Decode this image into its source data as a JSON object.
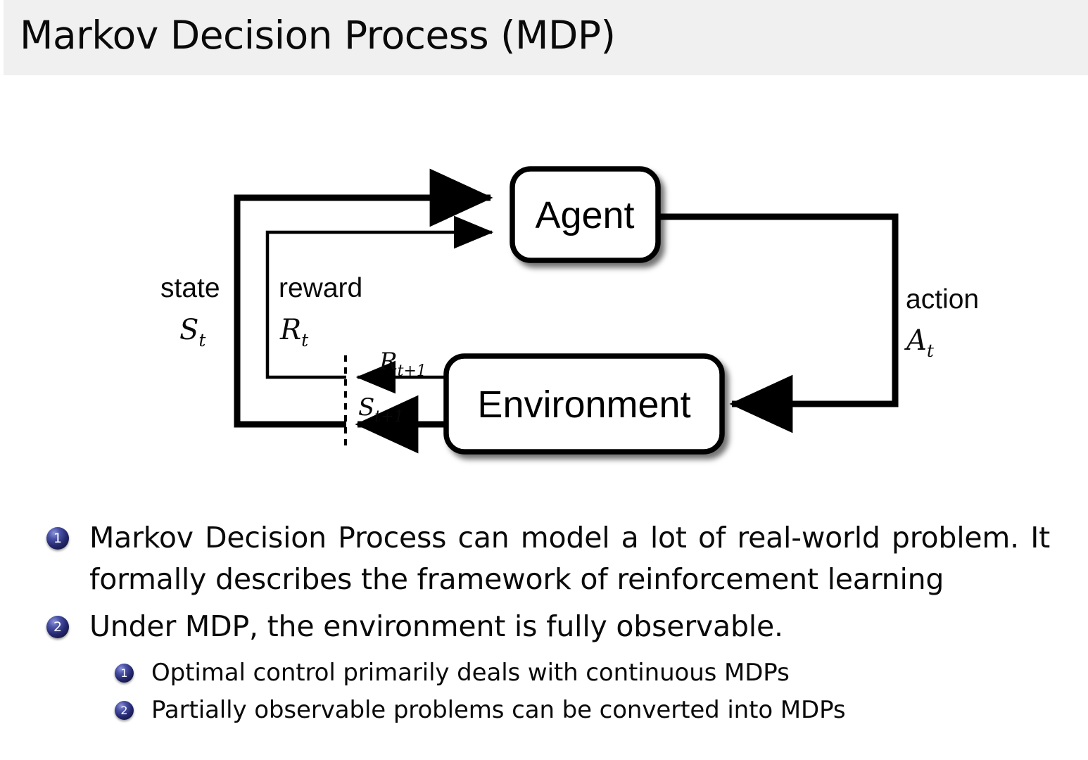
{
  "header": {
    "title": "Markov Decision Process (MDP)",
    "band_color": "#f0f0f0"
  },
  "diagram": {
    "name": "agent-environment-interaction-loop",
    "nodes": {
      "agent": "Agent",
      "environment": "Environment"
    },
    "edge_labels": {
      "state_word": "state",
      "state_symbol": "S",
      "state_symbol_sub": "t",
      "reward_word": "reward",
      "reward_symbol": "R",
      "reward_symbol_sub": "t",
      "action_word": "action",
      "action_symbol": "A",
      "action_symbol_sub": "t",
      "next_reward_symbol": "R",
      "next_reward_sub": "t+1",
      "next_state_symbol": "S",
      "next_state_sub": "t+1"
    },
    "stroke_color": "#000000",
    "box_fill": "#ffffff"
  },
  "bullets": {
    "accent_color": "#24276e",
    "items": [
      {
        "marker": "1",
        "text": "Markov Decision Process can model a lot of real-world problem. It formally describes the framework of reinforcement learning"
      },
      {
        "marker": "2",
        "text": "Under MDP, the environment is fully observable."
      }
    ],
    "sub_items": [
      {
        "marker": "1",
        "text": "Optimal control primarily deals with continuous MDPs"
      },
      {
        "marker": "2",
        "text": "Partially observable problems can be converted into MDPs"
      }
    ]
  }
}
